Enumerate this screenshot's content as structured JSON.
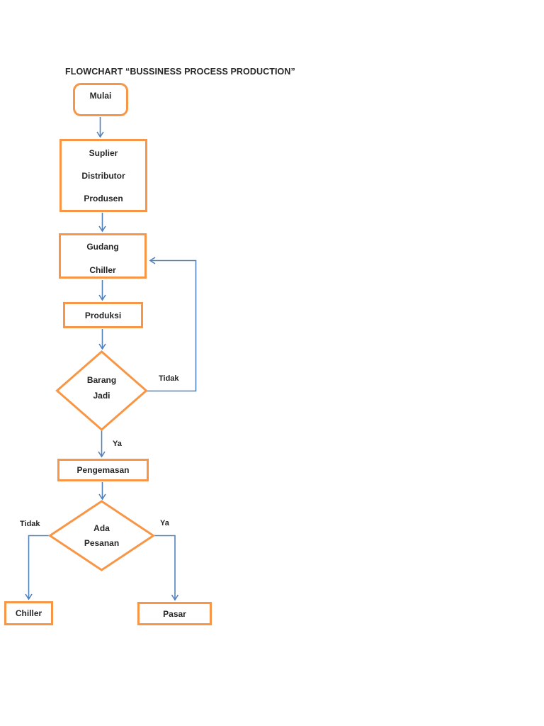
{
  "page": {
    "title": "FLOWCHART “BUSSINESS PROCESS PRODUCTION”"
  },
  "colors": {
    "shape_border": "#F79646",
    "connector": "#4F81BD",
    "text": "#262626",
    "background": "#FFFFFF"
  },
  "nodes": {
    "start": {
      "type": "terminator",
      "label": "Mulai"
    },
    "supplier": {
      "type": "process",
      "lines": [
        "Suplier",
        "Distributor",
        "Produsen"
      ]
    },
    "warehouse": {
      "type": "process",
      "lines": [
        "Gudang",
        "Chiller"
      ]
    },
    "production": {
      "type": "process",
      "label": "Produksi"
    },
    "finished_goods": {
      "type": "decision",
      "lines": [
        "Barang",
        "Jadi"
      ]
    },
    "packaging": {
      "type": "process",
      "label": "Pengemasan"
    },
    "order_check": {
      "type": "decision",
      "lines": [
        "Ada",
        "Pesanan"
      ]
    },
    "chiller": {
      "type": "process",
      "label": "Chiller"
    },
    "market": {
      "type": "process",
      "label": "Pasar"
    }
  },
  "edge_labels": {
    "finished_goods_no": "Tidak",
    "finished_goods_yes": "Ya",
    "order_no": "Tidak",
    "order_yes": "Ya"
  }
}
